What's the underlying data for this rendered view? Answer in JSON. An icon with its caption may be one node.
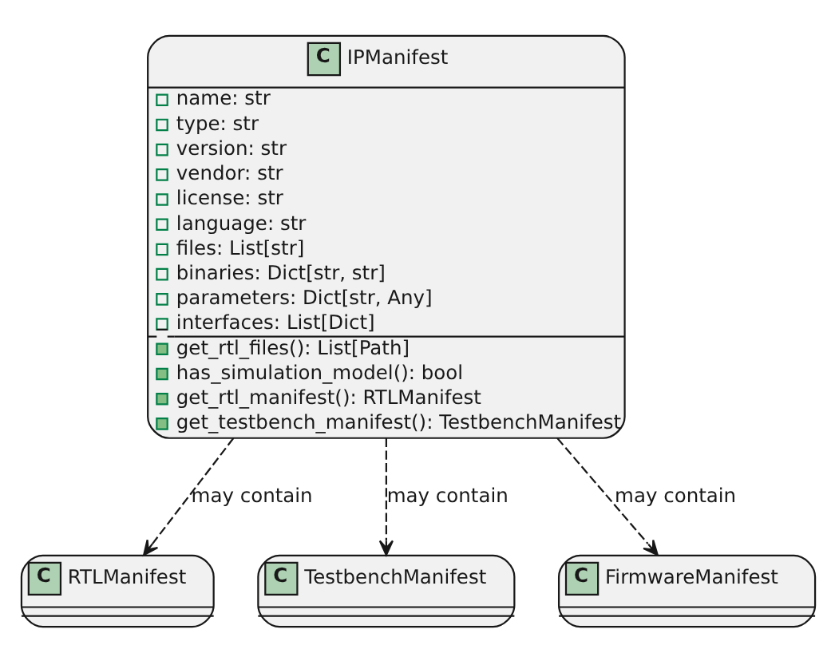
{
  "diagram": {
    "nodes": [
      {
        "text": [
          "C",
          "IPManifest",
          "name: str",
          "type: str",
          "version: str",
          "vendor: str",
          "license: str",
          "language: str",
          "files: List[str]",
          "binaries: Dict[str, str]",
          "parameters: Dict[str, Any]",
          "interfaces: List[Dict]",
          "get_rtl_files(): List[Path]",
          "has_simulation_model(): bool",
          "get_rtl_manifest(): RTLManifest",
          "get_testbench_manifest(): TestbenchManifest"
        ]
      },
      {
        "text": [
          "C",
          "RTLManifest"
        ]
      },
      {
        "text": [
          "C",
          "TestbenchManifest"
        ]
      },
      {
        "text": [
          "C",
          "FirmwareManifest"
        ]
      }
    ],
    "edges": [
      {
        "from": 0,
        "to": 1,
        "arrow": "to",
        "label": "may contain",
        "style": "dashed"
      },
      {
        "from": 0,
        "to": 2,
        "arrow": "to",
        "label": "may contain",
        "style": "dashed"
      },
      {
        "from": 0,
        "to": 3,
        "arrow": "to",
        "label": "may contain",
        "style": "dashed"
      }
    ]
  }
}
